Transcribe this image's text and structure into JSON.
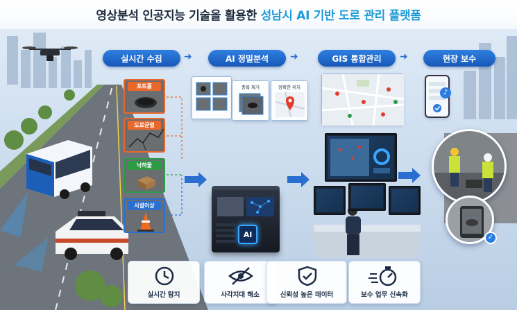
{
  "title": {
    "part1": "영상분석 인공지능 기술을 활용한",
    "part2": "성남시 AI 기반 도로 관리 플랫폼"
  },
  "stages": [
    {
      "label": "실시간 수집"
    },
    {
      "label": "AI 정밀분석"
    },
    {
      "label": "GIS 통합관리"
    },
    {
      "label": "현장 보수"
    }
  ],
  "defects": [
    {
      "label": "포트홀",
      "color": "#e8672a"
    },
    {
      "label": "도로균열",
      "color": "#e8672a"
    },
    {
      "label": "낙하물",
      "color": "#2d9a46"
    },
    {
      "label": "시설이상",
      "color": "#2b6fd0"
    }
  ],
  "analysis": {
    "dedup_label": "중복 제거",
    "location_label": "정확한 위치"
  },
  "server_chip": "AI",
  "benefits": [
    {
      "label": "실시간 탐지",
      "icon": "clock-check-icon"
    },
    {
      "label": "사각지대 해소",
      "icon": "eye-slash-icon"
    },
    {
      "label": "신뢰성 높은 데이터",
      "icon": "shield-check-icon"
    },
    {
      "label": "보수 업무 신속화",
      "icon": "stopwatch-speed-icon"
    }
  ],
  "colors": {
    "accent": "#1d9bd8",
    "pill": "#1f6acb",
    "orange": "#e8672a",
    "green": "#2d9a46"
  }
}
